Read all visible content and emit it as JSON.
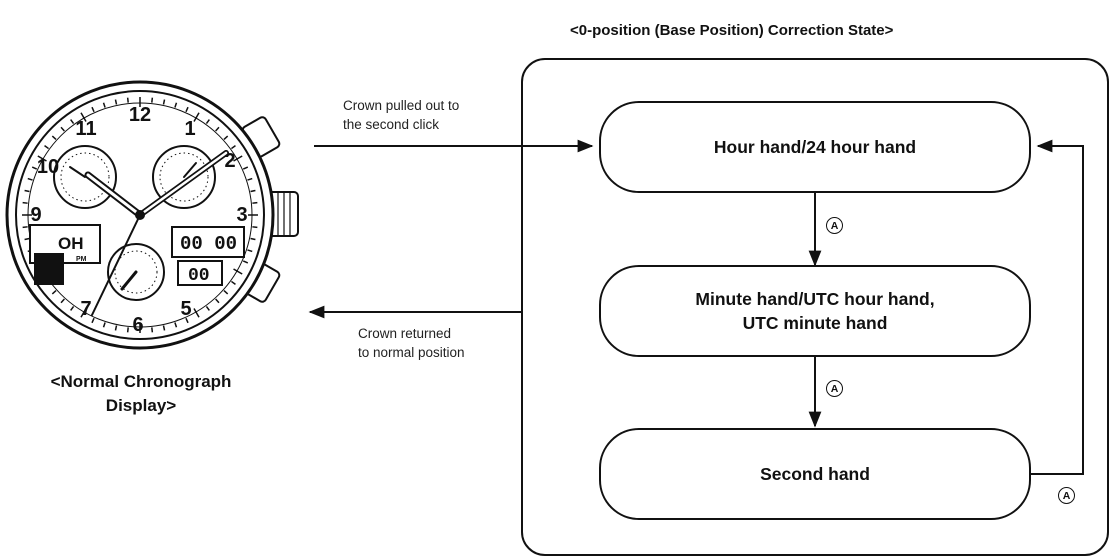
{
  "title": "<0-position (Base Position) Correction State>",
  "watch": {
    "caption_line1": "<Normal Chronograph",
    "caption_line2": "Display>",
    "dial_numbers": [
      "12",
      "1",
      "2",
      "3",
      "5",
      "6",
      "7",
      "9",
      "10",
      "11"
    ],
    "lcd_left": "OH",
    "lcd_left_sub": "PM",
    "lcd_right_top": "00 00",
    "lcd_right_bottom": "00"
  },
  "notes": {
    "pull_line1": "Crown pulled out to",
    "pull_line2": "the second click",
    "return_line1": "Crown returned",
    "return_line2": "to normal position"
  },
  "steps": [
    {
      "line1": "Hour hand/24 hour hand",
      "line2": ""
    },
    {
      "line1": "Minute hand/UTC hour hand,",
      "line2": "UTC minute hand"
    },
    {
      "line1": "Second hand",
      "line2": ""
    }
  ],
  "button_marker": "A"
}
